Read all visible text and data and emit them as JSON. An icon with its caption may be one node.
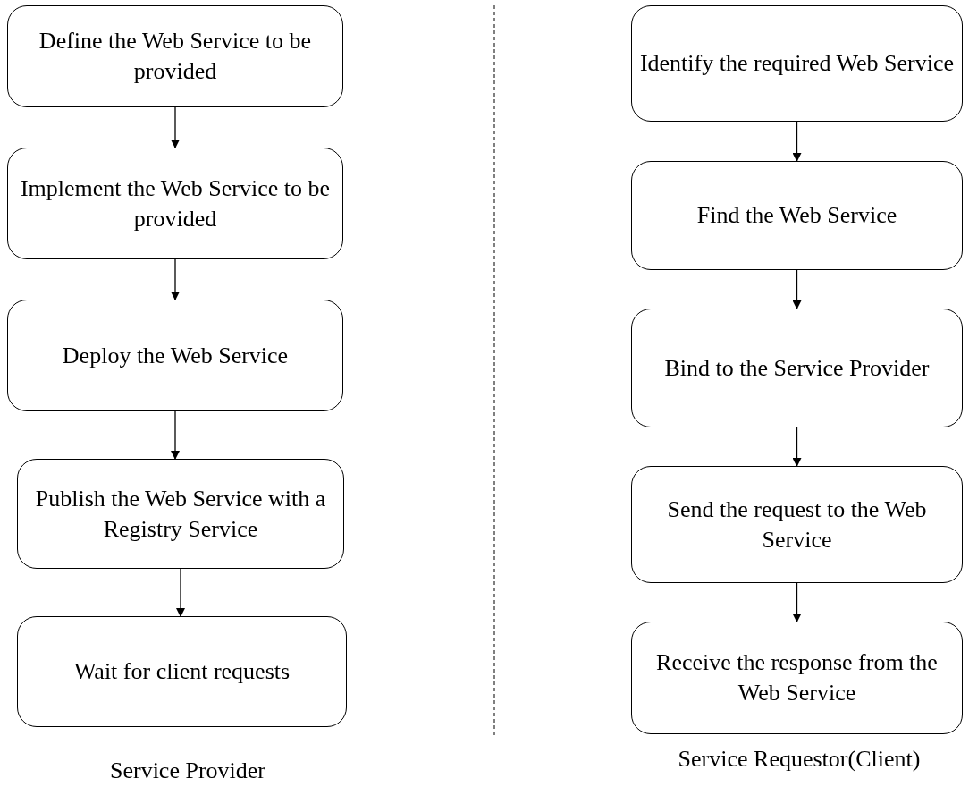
{
  "diagram": {
    "nodes": [
      {
        "text": [
          "Define the Web Service to be provided"
        ]
      },
      {
        "text": [
          "Implement the Web Service to be provided"
        ]
      },
      {
        "text": [
          "Deploy the Web Service"
        ]
      },
      {
        "text": [
          "Publish the Web Service with a Registry Service"
        ]
      },
      {
        "text": [
          "Wait for client requests"
        ]
      },
      {
        "text": [
          "Identify the required Web Service"
        ]
      },
      {
        "text": [
          "Find the Web Service"
        ]
      },
      {
        "text": [
          "Bind to the Service Provider"
        ]
      },
      {
        "text": [
          "Send the request to the Web Service"
        ]
      },
      {
        "text": [
          "Receive the response from the Web Service"
        ]
      }
    ],
    "edges": [
      {
        "from": 0,
        "to": 1,
        "arrow": "to"
      },
      {
        "from": 1,
        "to": 2,
        "arrow": "to"
      },
      {
        "from": 2,
        "to": 3,
        "arrow": "to"
      },
      {
        "from": 3,
        "to": 4,
        "arrow": "to"
      },
      {
        "from": 5,
        "to": 6,
        "arrow": "to"
      },
      {
        "from": 6,
        "to": 7,
        "arrow": "to"
      },
      {
        "from": 7,
        "to": 8,
        "arrow": "to"
      },
      {
        "from": 8,
        "to": 9,
        "arrow": "to"
      }
    ],
    "labels": [
      "Service Requestor(Client)",
      "Service Provider"
    ]
  }
}
